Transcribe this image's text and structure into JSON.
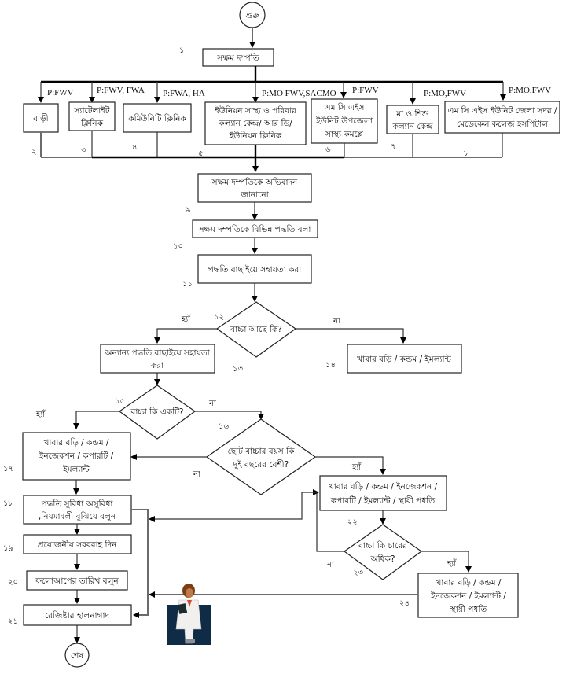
{
  "terminals": {
    "start": "শুরু",
    "end": "শেষ"
  },
  "steps": {
    "s1": "সক্ষম দম্পতি",
    "s2": "বাড়ী",
    "s3": [
      "স্যাটেলাইট",
      "ক্লিনিক"
    ],
    "s4": "কমিউনিটি ক্লিনিক",
    "s5": [
      "ইউনিয়ন  সাস্থ্য ও পরিবার",
      "কল্যান কেন্দ্র/ আর ডি/",
      "ইউনিয়ন ক্লিনিক"
    ],
    "s6": [
      "এম সি এইস",
      "ইউনিট উপজেলা",
      "সাস্থ্য কমপ্লে"
    ],
    "s7": [
      "মা ও শিশু",
      "কল্যান কেন্দ্র"
    ],
    "s8": [
      "এম সি এইস ইউনিট জেলা সদর /",
      "মেডেকেল কলেজ হসপিটাল"
    ],
    "s9": [
      "সক্ষম দম্পতিকে অভিবাদন",
      "জানানো"
    ],
    "s10": "সক্ষম দম্পতিকে বিভিন্ন পদ্ধতি বলা",
    "s11": "পদ্ধতি বাছাইয়ে সহায়তা করা",
    "s12": "বাচ্চা আছে কি?",
    "s13": [
      "অন্যান্য পদ্ধতি বাছাইয়ে সহায়তা",
      "করা"
    ],
    "s14": "খাবার বড়ি / কন্ডম / ইমল্যান্ট",
    "s15": "বাচ্চা কি একটি?",
    "s16": [
      "ছোট বাচ্চার বয়স কি",
      "দুই বছরের বেশী?"
    ],
    "s17": [
      "খাবার বড়ি / কন্ডম /",
      "ইনজেকশন / কপারটি /",
      "ইমল্যান্ট"
    ],
    "s18": [
      "পদ্ধতি সুবিধা অসুবিধা",
      ",নিয়মাবলী বুঝিয়ে বলুন"
    ],
    "s19": "প্রয়োজনীয় সরবরাহ দিন",
    "s20": "ফলোআপের তারিখ বলুন",
    "s21": "রেজিষ্টার হালনাগাদ",
    "s22": [
      "খাবার বড়ি / কন্ডম / ইনজেকশন /",
      "কপারটি / ইমল্যান্ট / স্থায়ী পধতি"
    ],
    "s23": [
      "বাচ্চা কি চারের",
      "অধিক?"
    ],
    "s24": [
      "খাবার বড়ি / কন্ডম /",
      "ইনজেকশন / ইমল্যান্ট /",
      "স্থায়ী পধতি"
    ]
  },
  "providers": {
    "s2": "P:FWV",
    "s3": "P:FWV, FWA",
    "s4": "P:FWA, HA",
    "s5": "P:MO FWV,SACMO",
    "s6": "P:FWV",
    "s7": "P:MO,FWV",
    "s8": "P:MO,FWV"
  },
  "numbers": {
    "n1": "১",
    "n2": "২",
    "n3": "৩",
    "n4": "৪",
    "n5": "৫",
    "n6": "৬",
    "n7": "৭",
    "n8": "৮",
    "n9": "৯",
    "n10": "১০",
    "n11": "১১",
    "n12": "১২",
    "n13": "১৩",
    "n14": "১৪",
    "n15": "১৫",
    "n16": "১৬",
    "n17": "১৭",
    "n18": "১৮",
    "n19": "১৯",
    "n20": "২০",
    "n21": "২১",
    "n22": "২২",
    "n23": "২৩",
    "n24": "২৪"
  },
  "edge_labels": {
    "yes": "হ্যাঁ",
    "no": "না"
  },
  "illustration": "doctor-clipart"
}
